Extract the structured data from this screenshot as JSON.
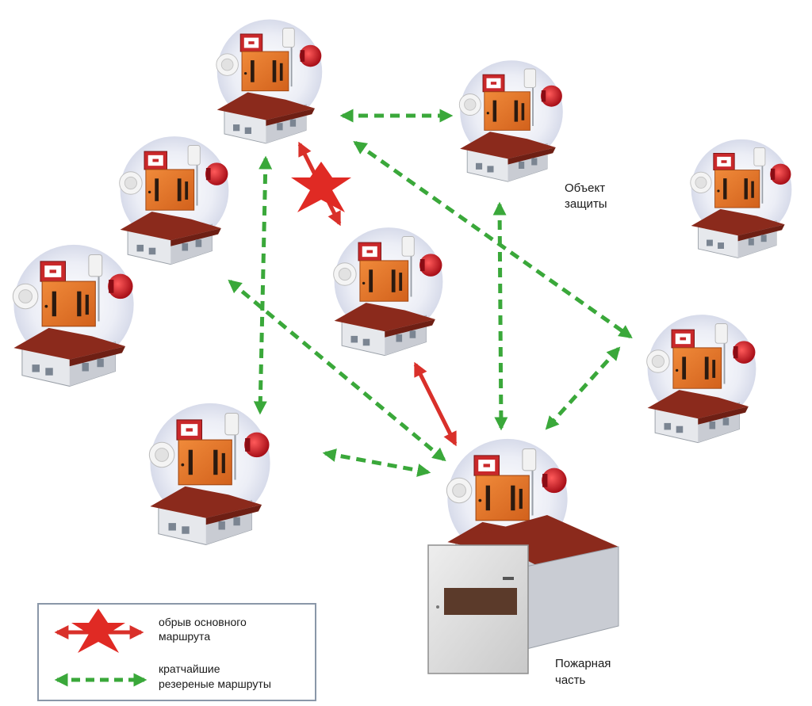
{
  "labels": {
    "protected_object": [
      "Объект",
      "защиты"
    ],
    "fire_station": [
      "Пожарная",
      "часть"
    ]
  },
  "legend": {
    "break": [
      "обрыв основного",
      "маршрута"
    ],
    "backup": [
      "кратчайшие",
      "резереные маршруты"
    ]
  },
  "colors": {
    "primary_route": "#d9302a",
    "backup_route": "#3aa83a",
    "panel": "#e8732a",
    "roof": "#8b2a1c",
    "wall": "#e4e6ea",
    "halo": "#e6e8f2",
    "siren": "#d0202a",
    "legend_border": "#8a97a8"
  },
  "icons": [
    "house-icon",
    "control-panel-icon",
    "manual-call-point-icon",
    "smoke-detector-icon",
    "siren-icon",
    "antenna-icon",
    "break-cross-icon",
    "fire-station-panel-icon"
  ]
}
